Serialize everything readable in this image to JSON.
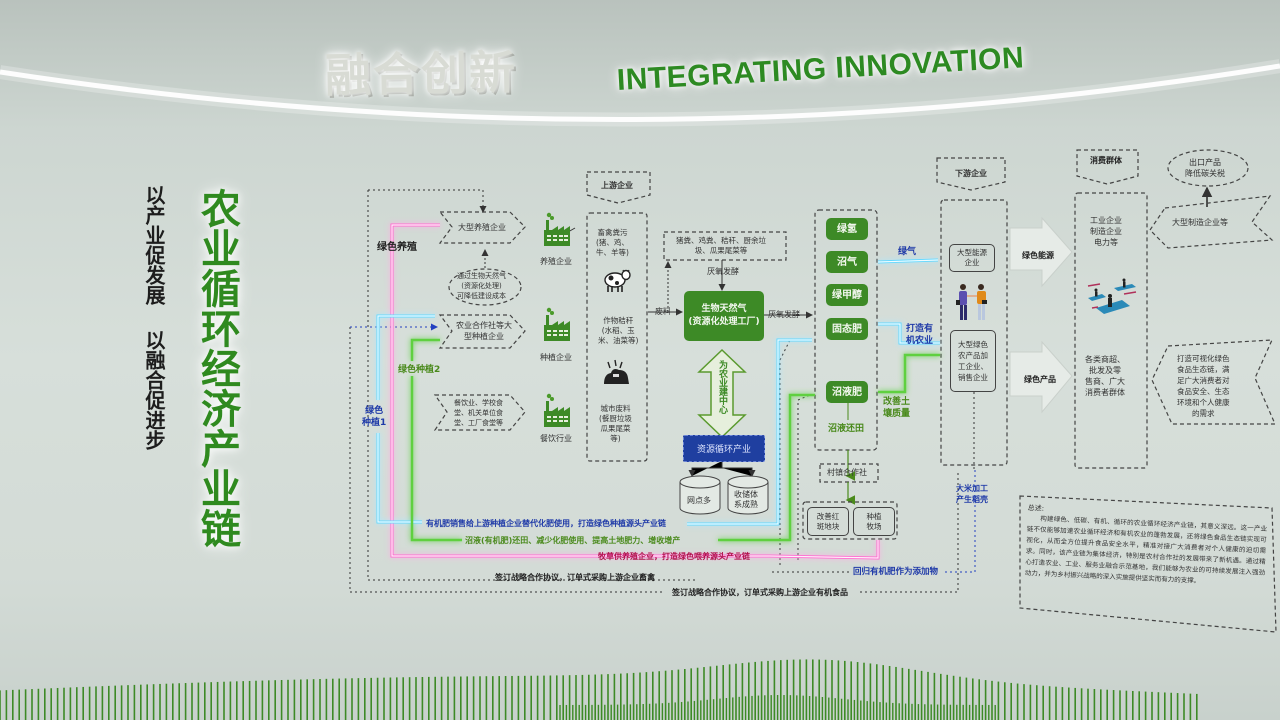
{
  "header": {
    "title_cn": "融合创新",
    "title_en": "INTEGRATING INNOVATION"
  },
  "slogans": {
    "left_line1": "以产业促发展",
    "left_line2": "以融合促进步",
    "main_title": "农业循环经济产业链"
  },
  "theme_colors": {
    "brand_green": "#3d8a26",
    "neon_pink": "#ff5fc8",
    "neon_blue": "#5fd8ff",
    "neon_green": "#6ddc4a",
    "resource_blue": "#1f3fa0"
  },
  "left_flows": {
    "green_breeding": "绿色养殖",
    "green_planting_1": "绿色\n种植1",
    "green_planting_2": "绿色种植2"
  },
  "inputs": {
    "large_breeding": "大型养殖企业",
    "biogas_note": "通过生物天然气\n(资源化处理)\n可降低建设成本",
    "coop_planting": "农业合作社等大\n型种植企业",
    "catering": "餐饮业、学校食\n堂、机关单位食\n堂、工厂食堂等"
  },
  "industries": [
    {
      "icon": "factory-icon",
      "label": "养殖企业"
    },
    {
      "icon": "factory-icon",
      "label": "种植企业"
    },
    {
      "icon": "factory-icon",
      "label": "餐饮行业"
    }
  ],
  "upstream": {
    "header": "上游企业",
    "livestock_waste": "畜禽粪污\n(猪、鸡、\n牛、羊等)",
    "crop_straw": "作物秸秆\n(水稻、玉\n米、油菜等)",
    "urban_waste": "城市废料\n(餐厨垃圾\n瓜果尾菜\n等)"
  },
  "feedstock": {
    "box": "猪粪、鸡粪、秸秆、厨余垃\n圾、瓜果尾菜等",
    "anaerobic_1": "厌氧发酵",
    "waste_label": "废料",
    "anaerobic_2": "厌氧发酵"
  },
  "plant": {
    "name": "生物天然气\n(资源化处理工厂)",
    "center": "为农业建中心",
    "resource_industry": "资源循环产业",
    "db1": "网点多",
    "db2": "收储体\n系成熟"
  },
  "products": {
    "items": [
      "绿氢",
      "沼气",
      "绿甲醇",
      "固态肥",
      "沼液肥"
    ],
    "return_field": "沼液还田",
    "green_gas": "绿气",
    "organic_agri": "打造有\n机农业",
    "improve_soil": "改善土\n壤质量"
  },
  "village": {
    "coop": "村镇合作社",
    "plot1": "改善红\n斑地块",
    "plot2": "种植\n牧场"
  },
  "downstream": {
    "header": "下游企业",
    "energy_co": "大型能源\n企业",
    "processing_co": "大型绿色\n农产品加\n工企业、\n销售企业",
    "rice": "大米加工\n产生稻壳",
    "arrow_energy": "绿色能源",
    "arrow_product": "绿色产品"
  },
  "consumers": {
    "header": "消费群体",
    "industrial": "工业企业\n制造企业\n电力等",
    "retail": "各类商超、\n批发及零\n售商、广大\n消费者群体",
    "export": "出口产品\n降低碳关税",
    "manufacturing": "大型制造企业等",
    "food_chain": "打造可视化绿色\n食品生态链，满\n足广大消费者对\n食品安全、生态\n环境和个人健康\n的需求"
  },
  "bottom_flows": {
    "organic_fertilizer_sale": "有机肥销售给上游种植企业替代化肥使用，打造绿色种植源头产业链",
    "biogas_slurry": "沼液(有机肥)还田、减少化肥使用、提高土地肥力、增收增产",
    "forage": "牧草供养殖企业，打造绿色喂养源头产业链",
    "return_additive": "回归有机肥作为添加物",
    "agreement_livestock": "签订战略合作协议，订单式采购上游企业畜禽",
    "agreement_food": "签订战略合作协议，订单式采购上游企业有机食品"
  },
  "summary": {
    "title": "总述:",
    "body": "构建绿色、低碳、有机、循环的农业循环经济产业链，其意义深远。这一产业链不仅能够加速农业循环经济和有机农业的蓬勃发展，还将绿色食品生态链实现可视化，从而全方位提升食品安全水平，精准对接广大消费者对个人健康的迫切需求。同时，该产业链为集体经济，特别是农村合作社的发展带来了新机遇。通过精心打造农业、工业、服务业融合示范基地，我们能够为农业的可持续发展注入强劲动力，并为乡村振兴战略的深入实施提供坚实而有力的支撑。"
  }
}
